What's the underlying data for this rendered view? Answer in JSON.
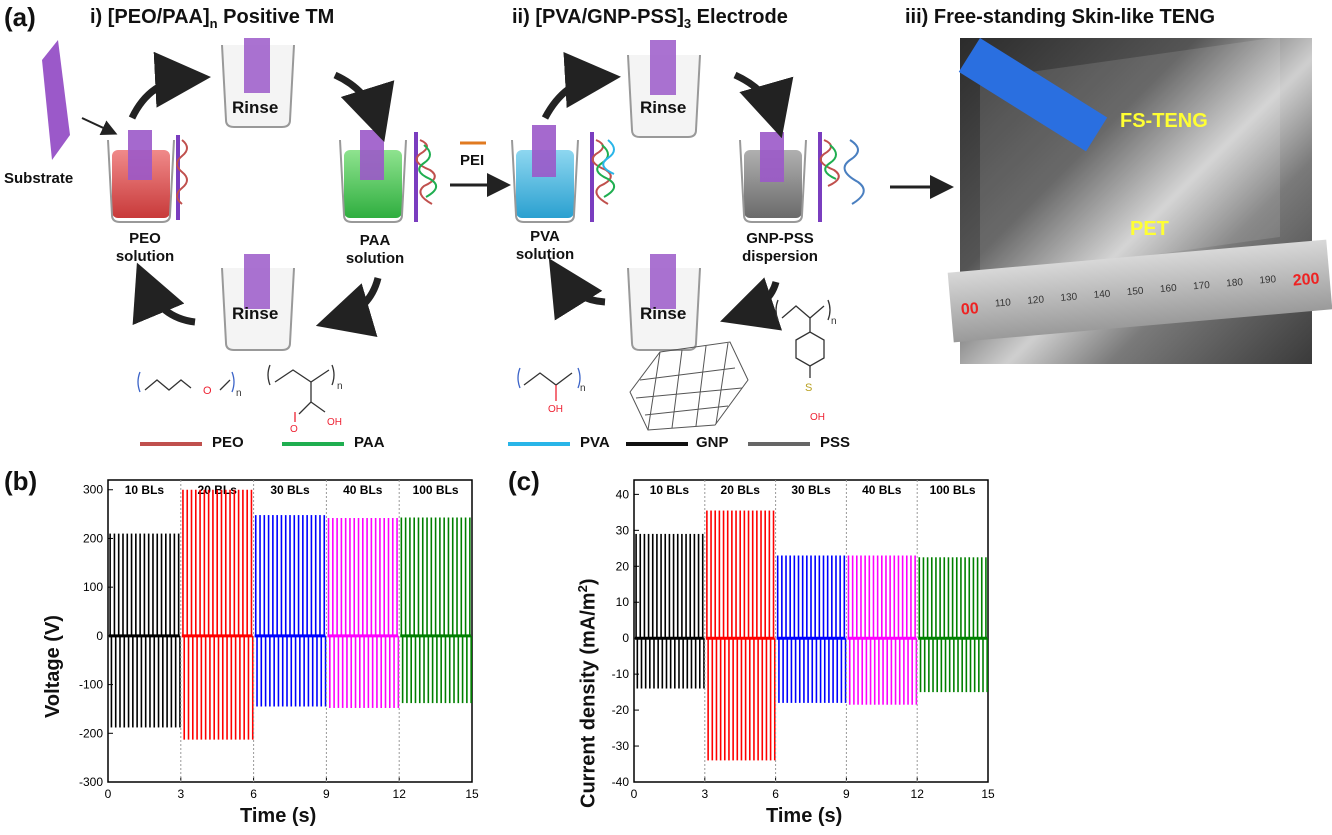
{
  "panel_a": {
    "letter": "(a)",
    "section_i": "i) [PEO/PAA]",
    "section_i_sub": "n",
    "section_i_tail": "Positive TM",
    "section_ii": "ii) [PVA/GNP-PSS]",
    "section_ii_sub": "3",
    "section_ii_tail": "Electrode",
    "section_iii": "iii) Free-standing Skin-like TENG",
    "substrate": "Substrate",
    "rinse": "Rinse",
    "peo_solution": "PEO\nsolution",
    "paa_solution": "PAA\nsolution",
    "pva_solution": "PVA\nsolution",
    "gnp_dispersion": "GNP-PSS\ndispersion",
    "pei": "PEI",
    "fs_teng": "FS-TENG",
    "pet": "PET",
    "ruler_labels": [
      "00",
      "110",
      "120",
      "130",
      "140",
      "150",
      "160",
      "170",
      "180",
      "190",
      "200"
    ],
    "legend": [
      {
        "label": "PEO",
        "color": "#c0504d"
      },
      {
        "label": "PAA",
        "color": "#1fae50"
      },
      {
        "label": "PVA",
        "color": "#29b5e8"
      },
      {
        "label": "GNP",
        "color": "#111111"
      },
      {
        "label": "PSS",
        "color": "#666666"
      }
    ],
    "chem_labels": {
      "o": "O",
      "n": "n",
      "oh": "OH",
      "o2": "O",
      "s": "S"
    }
  },
  "chart_data": [
    {
      "type": "line",
      "letter": "(b)",
      "xlabel": "Time (s)",
      "ylabel": "Voltage (V)",
      "xlim": [
        0,
        15
      ],
      "ylim": [
        -300,
        320
      ],
      "xticks": [
        0,
        3,
        6,
        9,
        12,
        15
      ],
      "yticks": [
        -300,
        -200,
        -100,
        0,
        100,
        200,
        300
      ],
      "segments": [
        {
          "label": "10 BLs",
          "x": [
            0,
            3
          ],
          "pos": 210,
          "neg": -188,
          "color": "#000000"
        },
        {
          "label": "20 BLs",
          "x": [
            3,
            6
          ],
          "pos": 300,
          "neg": -213,
          "color": "#ff0000"
        },
        {
          "label": "30 BLs",
          "x": [
            6,
            9
          ],
          "pos": 248,
          "neg": -145,
          "color": "#0000ff"
        },
        {
          "label": "40 BLs",
          "x": [
            9,
            12
          ],
          "pos": 242,
          "neg": -148,
          "color": "#ff00ff"
        },
        {
          "label": "100 BLs",
          "x": [
            12,
            15
          ],
          "pos": 243,
          "neg": -138,
          "color": "#008000"
        }
      ]
    },
    {
      "type": "line",
      "letter": "(c)",
      "xlabel": "Time (s)",
      "ylabel": "Current density (mA/m",
      "ylabel_sup": "2",
      "ylabel_tail": ")",
      "xlim": [
        0,
        15
      ],
      "ylim": [
        -40,
        44
      ],
      "xticks": [
        0,
        3,
        6,
        9,
        12,
        15
      ],
      "yticks": [
        -40,
        -30,
        -20,
        -10,
        0,
        10,
        20,
        30,
        40
      ],
      "segments": [
        {
          "label": "10 BLs",
          "x": [
            0,
            3
          ],
          "pos": 29,
          "neg": -14,
          "color": "#000000"
        },
        {
          "label": "20 BLs",
          "x": [
            3,
            6
          ],
          "pos": 35.5,
          "neg": -34,
          "color": "#ff0000"
        },
        {
          "label": "30 BLs",
          "x": [
            6,
            9
          ],
          "pos": 23,
          "neg": -18,
          "color": "#0000ff"
        },
        {
          "label": "40 BLs",
          "x": [
            9,
            12
          ],
          "pos": 23,
          "neg": -18.5,
          "color": "#ff00ff"
        },
        {
          "label": "100 BLs",
          "x": [
            12,
            15
          ],
          "pos": 22.5,
          "neg": -15,
          "color": "#008000"
        }
      ]
    }
  ]
}
